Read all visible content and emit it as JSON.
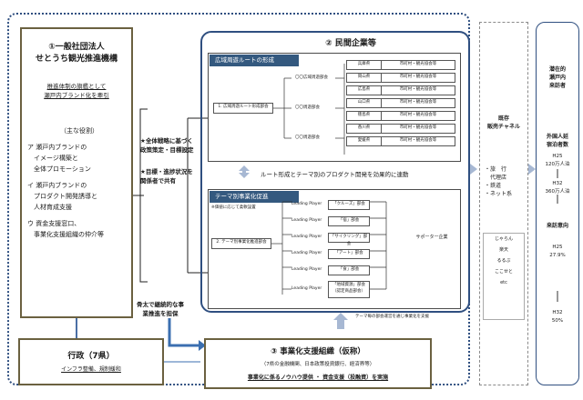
{
  "left": {
    "title_line1": "①一般社団法人",
    "title_line2": "せとうち観光推進機構",
    "sub_line1": "推進体制の旗艦として",
    "sub_line2": "瀬戸内ブランド化を牽引",
    "roles_header": "（主な役割）",
    "role_a1": "ア 瀬戸内ブランドの",
    "role_a2": "　イメージ構築と",
    "role_a3": "　全体プロモーション",
    "role_i1": "イ 瀬戸内ブランドの",
    "role_i2": "　プロダクト開発誘導と",
    "role_i3": "　人材育成支援",
    "role_u1": "ウ 資金支援窓口、",
    "role_u2": "　事業化支援組織の仲介等"
  },
  "gyosei": {
    "title": "行政（7県）",
    "sub": "インフラ整備、規制緩和"
  },
  "mid": {
    "label1": "★全体戦略に基づく政策策定・目標設定",
    "label2": "★目標・進捗状況を関係者で共有"
  },
  "arrow_label": "骨太で継続的な事業推進を担保",
  "private": {
    "title": "②  民間企業等",
    "route_head": "広域周遊ルートの形成",
    "route_council": "1. 広域周遊ルート形成部会",
    "route_sub": [
      "〇〇広域周遊部会",
      "〇〇周遊部会",
      "〇〇周遊部会"
    ],
    "prefs": [
      "兵庫県",
      "岡山県",
      "広島県",
      "山口県",
      "徳島県",
      "香川県",
      "愛媛県"
    ],
    "pref_desc": "市町村・観光協会等",
    "mid_arrow": "ルート形成とテーマ別のプロダクト開発を効果的に連動",
    "theme_head": "テーマ別事業化促進",
    "theme_note": "※価値に応じて柔軟設置",
    "theme_council": "2. テーマ別事業化推進部会",
    "leading": "Leading Player",
    "themes": [
      "「クルーズ」部会",
      "「宿」部会",
      "「サイクリング」部会",
      "「アート」部会",
      "「食」部会",
      "「地域資源」部会\n（認定商品部会）"
    ],
    "supporter": "サポーター企業",
    "bottom_note": "テーマ毎の部会運営を通じ事業化を支援"
  },
  "support": {
    "title": "③  事業化支援組織（仮称）",
    "sub": "（7県の金融機関、日本政策投資銀行、経済界等）",
    "underline": "事業化に係るノウハウ提供 ・ 資金支援（投融資）を実施"
  },
  "channel": {
    "title1": "既存",
    "title2": "販売チャネル",
    "item1": "・旅　行",
    "item2": "　代理店",
    "item3": "・鉄道",
    "item4": "・ネット系",
    "net": [
      "じゃらん",
      "楽天",
      "るるぶ",
      "ここせと",
      "etc"
    ]
  },
  "visitor": {
    "t1": "潜在的",
    "t2": "瀬戸内",
    "t3": "来訪者",
    "f1": "外国人延",
    "f2": "宿泊者数",
    "h25": "H25",
    "h25v": "120万人泊",
    "h32": "H32",
    "h32v": "360万人泊",
    "r1": "来訪意向",
    "h25b": "H25",
    "h25bv": "27.9%",
    "h32b": "H32",
    "h32bv": "50%"
  }
}
